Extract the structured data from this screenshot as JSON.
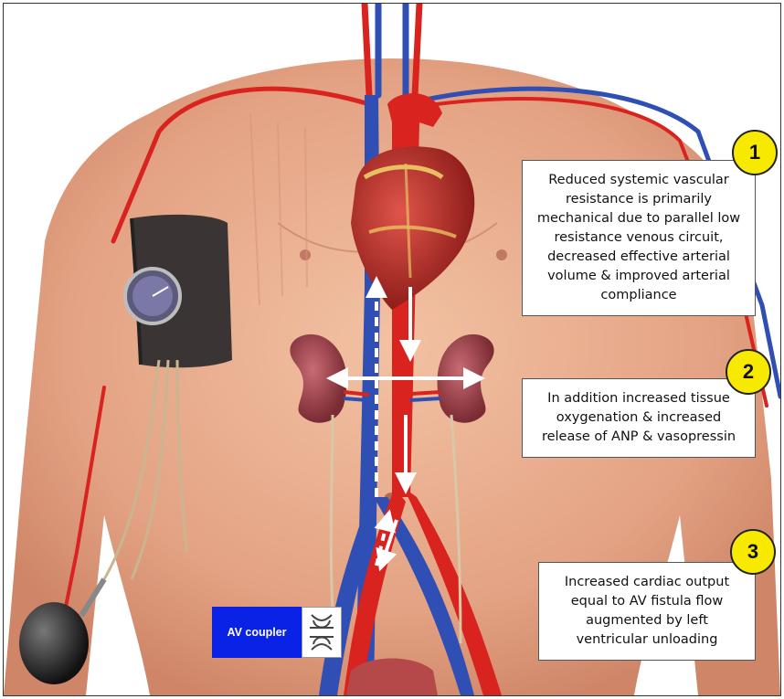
{
  "notes": [
    {
      "number": "1",
      "text": "Reduced systemic vascular resistance is primarily mechanical due to parallel low resistance venous circuit, decreased effective arterial volume & improved arterial compliance"
    },
    {
      "number": "2",
      "text": "In addition increased tissue oxygenation & increased release of ANP & vasopressin"
    },
    {
      "number": "3",
      "text": "Increased cardiac output equal to AV fistula flow augmented by left ventricular unloading"
    }
  ],
  "device_label": "AV coupler",
  "colors": {
    "badge": "#f7ea00",
    "artery": "#d9231f",
    "vein": "#2f4fb5",
    "skin": "#e8a98a",
    "device_box": "#0a22e6"
  },
  "icons": [
    "blood-pressure-cuff-icon",
    "heart-icon",
    "kidney-icon",
    "flow-arrow-icon",
    "av-coupler-device-icon"
  ]
}
